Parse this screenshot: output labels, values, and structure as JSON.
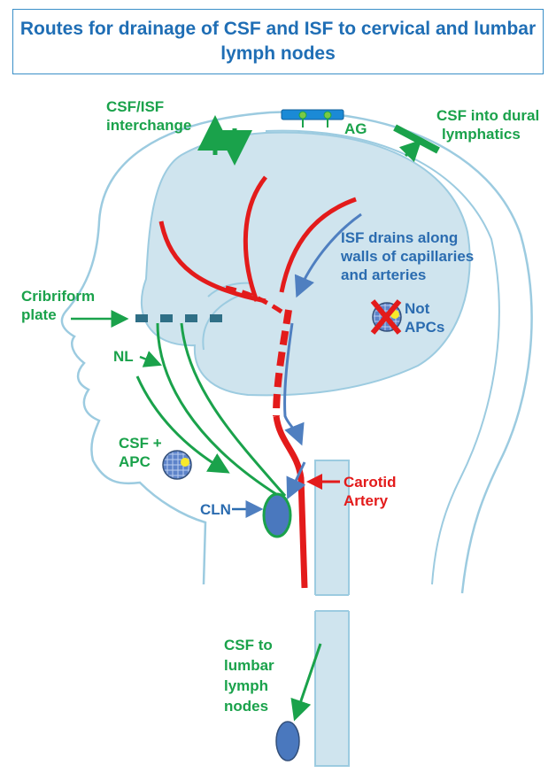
{
  "title": {
    "line1": "Routes for drainage of CSF and ISF to cervical and lumbar",
    "line2": "lymph nodes"
  },
  "labels": {
    "csf_isf_1": "CSF/ISF",
    "csf_isf_2": "interchange",
    "ag": "AG",
    "dural_1": "CSF into dural",
    "dural_2": "lymphatics",
    "isf_1": "ISF drains along",
    "isf_2": "walls of capillaries",
    "isf_3": "and arteries",
    "not_apcs_1": "Not",
    "not_apcs_2": "APCs",
    "cribriform_1": "Cribriform",
    "cribriform_2": "plate",
    "nl": "NL",
    "csf_apc_1": "CSF +",
    "csf_apc_2": "APC",
    "cln": "CLN",
    "carotid_1": "Carotid",
    "carotid_2": "Artery",
    "lumbar_1": "CSF to",
    "lumbar_2": "lumbar",
    "lumbar_3": "lymph",
    "lumbar_4": "nodes"
  },
  "colors": {
    "outline": "#9ccbe0",
    "brain_fill": "#cfe4ee",
    "artery": "#e31b1b",
    "lymph_green": "#1aa24b",
    "isf_blue": "#4f7fc0",
    "node_blue": "#4a78be",
    "title_blue": "#1f6eb5",
    "ag_bar": "#1b8ad6",
    "cribriform": "#2f6f86"
  }
}
